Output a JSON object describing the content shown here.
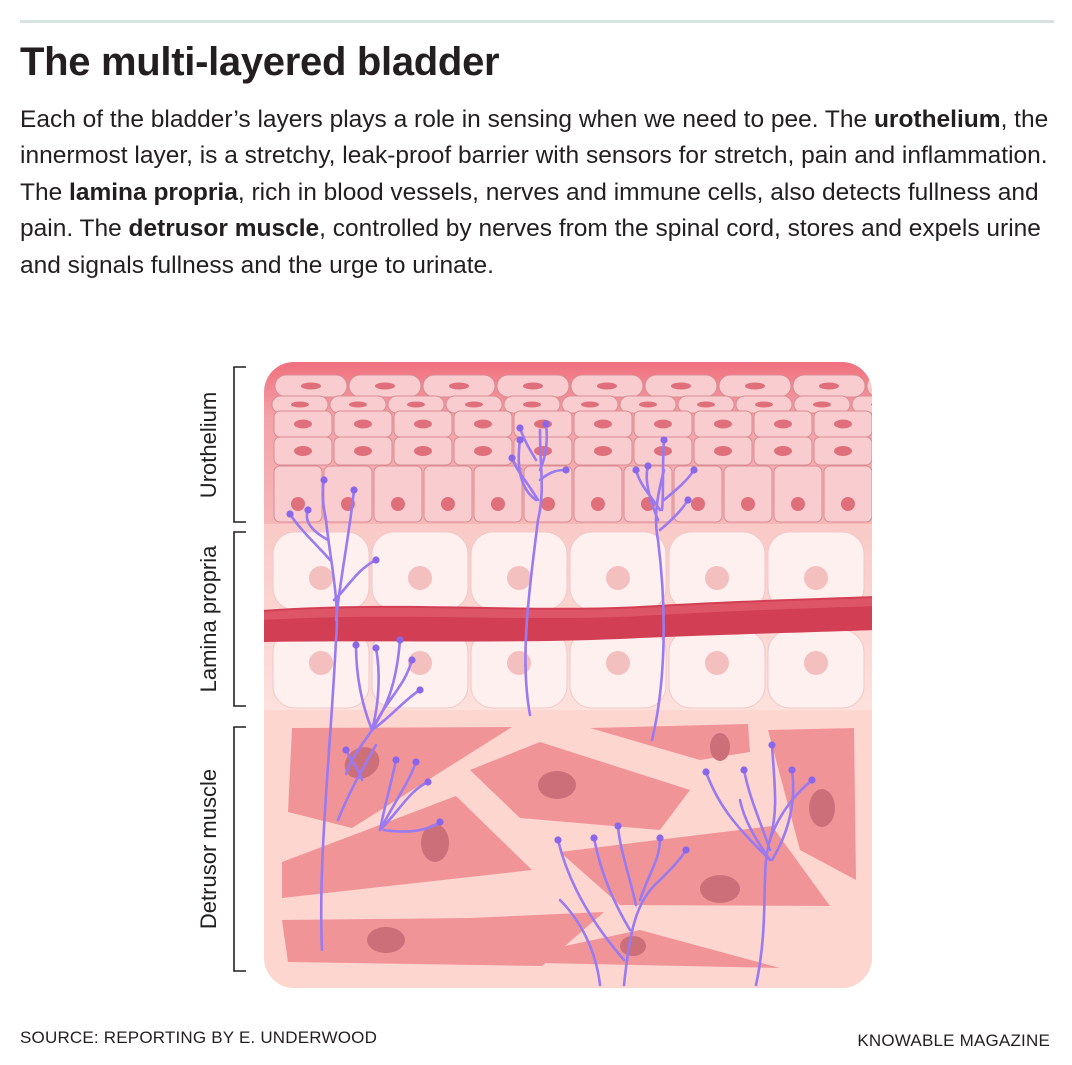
{
  "header": {
    "title": "The multi-layered bladder",
    "intro": {
      "p1": "Each of the bladder’s layers plays a role in sensing when we need to pee. The ",
      "term1": "urothelium",
      "p2": ", the innermost layer, is a stretchy, leak-proof barrier with sensors for stretch, pain and inflammation. The ",
      "term2": "lamina propria",
      "p3": ", rich in blood vessels, nerves and immune cells, also detects fullness and pain. The ",
      "term3": "detrusor muscle",
      "p4": ", controlled by nerves from the spinal cord, stores and expels urine and signals fullness and the urge to urinate."
    }
  },
  "diagram": {
    "labels": {
      "urothelium": "Urothelium",
      "lamina_propria": "Lamina propria",
      "detrusor_muscle": "Detrusor muscle"
    },
    "colors": {
      "urothelium_bg": "#f4a7ab",
      "urothelium_top": "#f0707e",
      "cell_fill": "#f9cdcf",
      "cell_stroke": "#d98c93",
      "nucleus": "#df6f7a",
      "lamina_bg": "#fbd9d6",
      "lamina_cell": "#fdf0ef",
      "lamina_nucleus": "#f4bfbf",
      "blood_vessel": "#d23f54",
      "muscle_bg": "#fdd6cf",
      "muscle_cell": "#f19498",
      "muscle_nucleus": "#cc6f78",
      "nerve": "#9a7af0"
    }
  },
  "footer": {
    "source": "SOURCE: REPORTING BY E. UNDERWOOD",
    "brand": "KNOWABLE MAGAZINE"
  }
}
